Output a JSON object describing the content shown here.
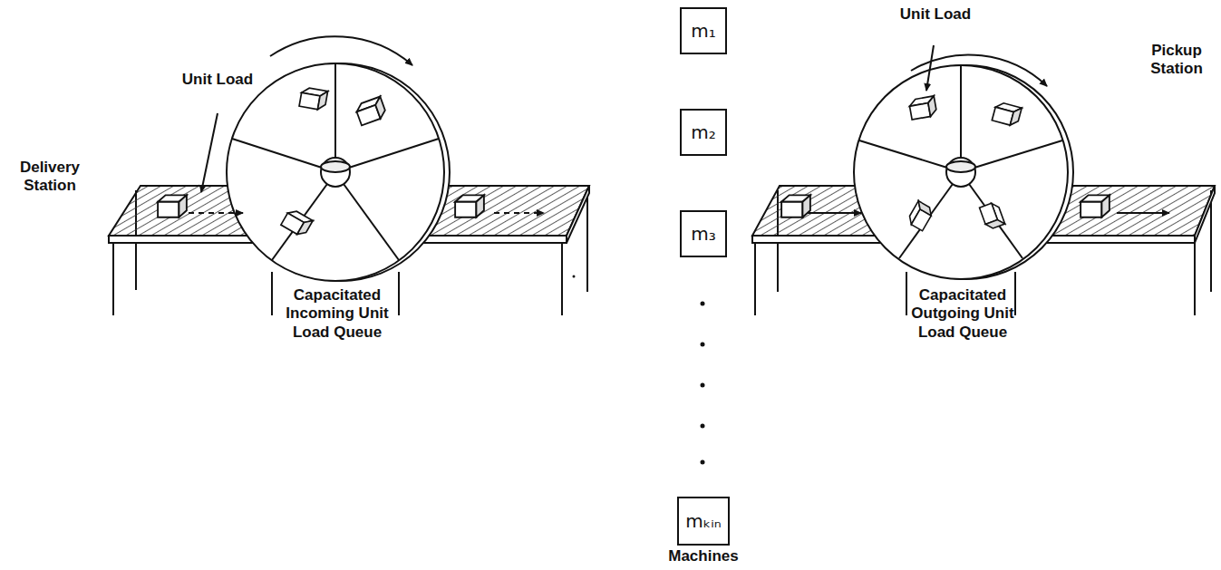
{
  "diagram": {
    "nodes": [
      {
        "text": [
          "m₁"
        ]
      },
      {
        "text": [
          "m₂"
        ]
      },
      {
        "text": [
          "m₃"
        ]
      },
      {
        "text": [
          "mₖᵢₙ"
        ]
      }
    ],
    "labels": [
      "Unit Load",
      "Delivery Station",
      "Capacitated Incoming Unit Load Queue",
      "Unit Load",
      "Pickup Station",
      "Capacitated Outgoing Unit Load Queue",
      "Machines"
    ]
  }
}
